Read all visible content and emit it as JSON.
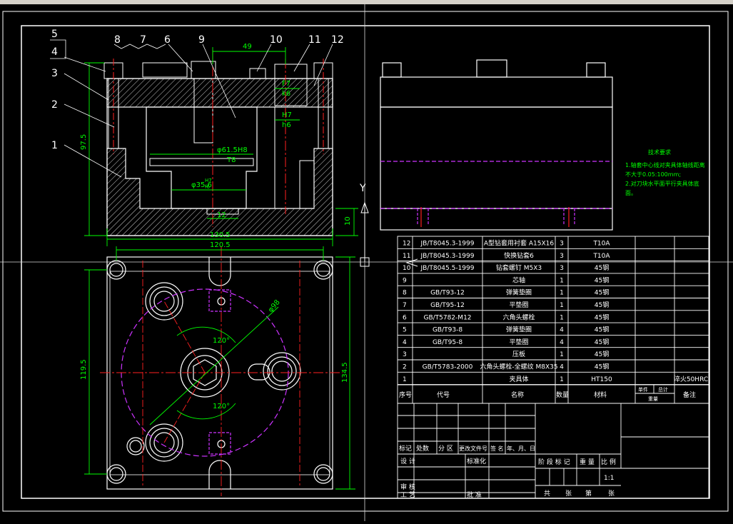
{
  "colors": {
    "background": "#000000",
    "outline": "#ffffff",
    "dimension": "#00ff00",
    "center": "#ff2020",
    "hidden": "#cc33ff",
    "leader": "#ffffff",
    "text_green": "#00ff00",
    "bar": "#d4d0c8"
  },
  "balloons": [
    "1",
    "2",
    "3",
    "4",
    "5",
    "6",
    "7",
    "8",
    "9",
    "10",
    "11",
    "12"
  ],
  "front_view": {
    "dims": {
      "d49": "49",
      "d97_5": "97.5",
      "d130_5": "130.5",
      "d12": "12",
      "d10": "10",
      "phi61": "φ61.5H8",
      "t8": "T8",
      "phi35": "φ35.6",
      "phi35_fit_top": "H7",
      "phi35_fit_bot": "f6",
      "fit_f7": "F7",
      "fit_k6": "k6",
      "fit_h7": "H7",
      "fit_h6": "h6"
    }
  },
  "axis": {
    "y_label": "Y"
  },
  "plan_view": {
    "dims": {
      "d120_5": "120.5",
      "d119_5": "119.5",
      "d134_5": "134.5",
      "phi98": "φ98",
      "a120_top": "120°",
      "a120_bot": "120°"
    }
  },
  "tech_notes": {
    "title": "技术要求",
    "line1": "1.轴套中心线对夹具体轴线距离",
    "line2": "不大于0.05:100mm;",
    "line3": "2.对刀块水平面平行夹具体底",
    "line4": "面。"
  },
  "bom": {
    "rows": [
      {
        "no": "12",
        "code": "JB/T8045.3-1999",
        "name": "A型钻套用衬套 A15X16",
        "qty": "3",
        "mat": "T10A",
        "note": ""
      },
      {
        "no": "11",
        "code": "JB/T8045.3-1999",
        "name": "快换钻套6",
        "qty": "3",
        "mat": "T10A",
        "note": ""
      },
      {
        "no": "10",
        "code": "JB/T8045.5-1999",
        "name": "钻套螺钉 M5X3",
        "qty": "3",
        "mat": "45钢",
        "note": ""
      },
      {
        "no": "9",
        "code": "",
        "name": "芯轴",
        "qty": "1",
        "mat": "45钢",
        "note": ""
      },
      {
        "no": "8",
        "code": "GB/T93-12",
        "name": "弹簧垫圈",
        "qty": "1",
        "mat": "45钢",
        "note": ""
      },
      {
        "no": "7",
        "code": "GB/T95-12",
        "name": "平垫圈",
        "qty": "1",
        "mat": "45钢",
        "note": ""
      },
      {
        "no": "6",
        "code": "GB/T5782-M12",
        "name": "六角头螺栓",
        "qty": "1",
        "mat": "45钢",
        "note": ""
      },
      {
        "no": "5",
        "code": "GB/T93-8",
        "name": "弹簧垫圈",
        "qty": "4",
        "mat": "45钢",
        "note": ""
      },
      {
        "no": "4",
        "code": "GB/T95-8",
        "name": "平垫圈",
        "qty": "4",
        "mat": "45钢",
        "note": ""
      },
      {
        "no": "3",
        "code": "",
        "name": "压板",
        "qty": "1",
        "mat": "45钢",
        "note": ""
      },
      {
        "no": "2",
        "code": "GB/T5783-2000",
        "name": "六角头螺栓-全螺纹 M8X35",
        "qty": "4",
        "mat": "45钢",
        "note": ""
      },
      {
        "no": "1",
        "code": "",
        "name": "夹具体",
        "qty": "1",
        "mat": "HT150",
        "note": "淬火50HRC"
      }
    ],
    "header": {
      "no": "序号",
      "code": "代号",
      "name": "名称",
      "qty": "数量",
      "mat": "材料",
      "single": "单件",
      "total": "总计",
      "weight": "重量",
      "note": "备注"
    }
  },
  "title_block": {
    "mark": "标记",
    "count": "处数",
    "zone": "分 区",
    "change_doc": "更改文件号",
    "sign": "签 名",
    "date": "年、月、日",
    "design": "设 计",
    "standard": "标准化",
    "check": "审 核",
    "process": "工 艺",
    "approve": "批 准",
    "stage": "阶 段 标 记",
    "weight": "重 量",
    "scale": "比 例",
    "scale_value": "1:1",
    "sheet_total": "共",
    "sheet_unit": "张",
    "sheet_no": "第",
    "sheet_unit2": "张"
  }
}
